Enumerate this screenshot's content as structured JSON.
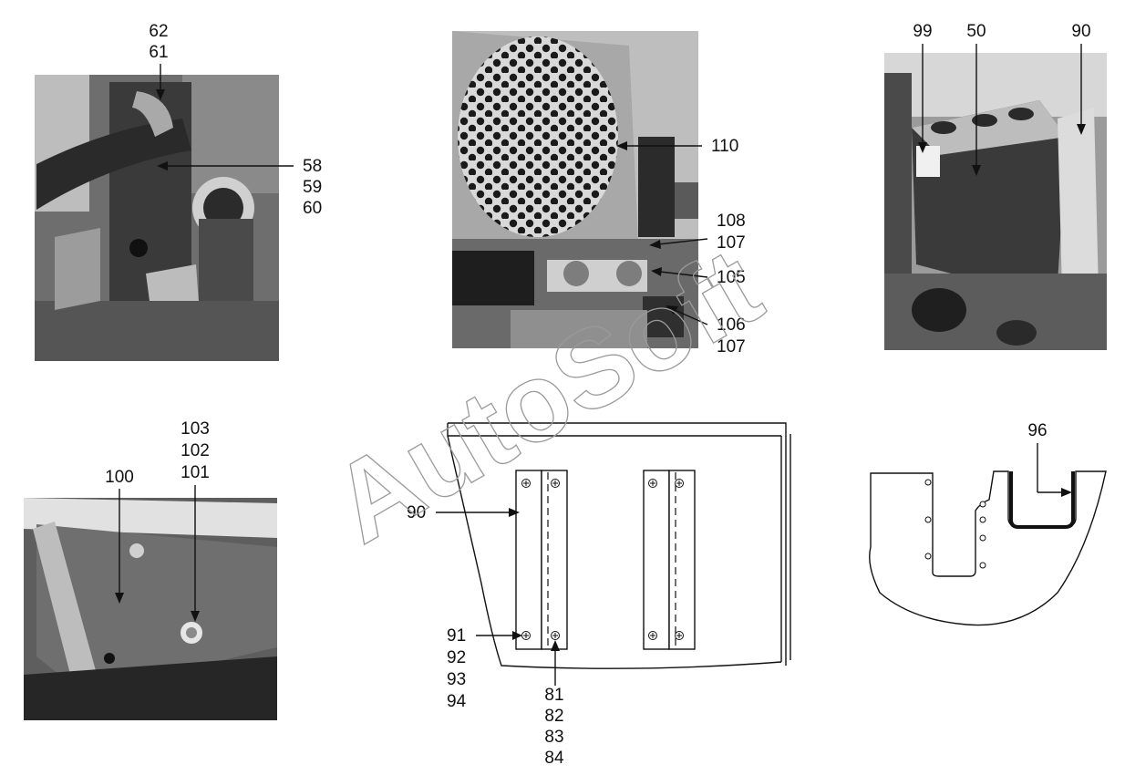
{
  "watermark": "AutoSoft",
  "photo1": {
    "labels": [
      "62",
      "61",
      "58",
      "59",
      "60"
    ]
  },
  "photo2": {
    "labels": [
      "110",
      "108",
      "107",
      "105",
      "106",
      "107"
    ]
  },
  "photo3": {
    "labels": [
      "99",
      "50",
      "90"
    ]
  },
  "photo4": {
    "labels": [
      "103",
      "102",
      "101",
      "100"
    ]
  },
  "drawing_panel": {
    "labels": [
      "90",
      "91",
      "92",
      "93",
      "94",
      "81",
      "82",
      "83",
      "84"
    ]
  },
  "drawing_plate": {
    "labels": [
      "96"
    ]
  }
}
